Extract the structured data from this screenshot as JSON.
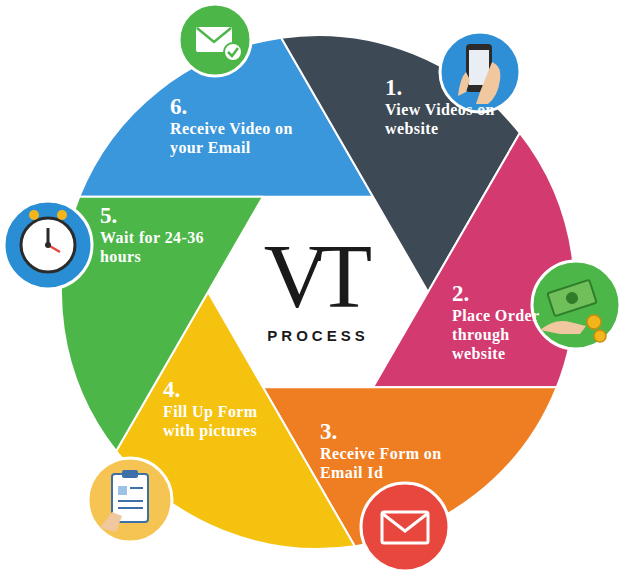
{
  "diagram": {
    "nodes": [
      {
        "text": [
          "1.",
          "View Videos on website"
        ]
      },
      {
        "text": [
          "2.",
          "Place Order through website"
        ]
      },
      {
        "text": [
          "3.",
          "Receive Form on Email Id"
        ]
      },
      {
        "text": [
          "4.",
          "Fill Up Form with pictures"
        ]
      },
      {
        "text": [
          "5.",
          "Wait for 24-36 hours"
        ]
      },
      {
        "text": [
          "6.",
          "Receive Video on your Email"
        ]
      },
      {
        "text": [
          "VT",
          "PROCESS"
        ]
      }
    ]
  }
}
